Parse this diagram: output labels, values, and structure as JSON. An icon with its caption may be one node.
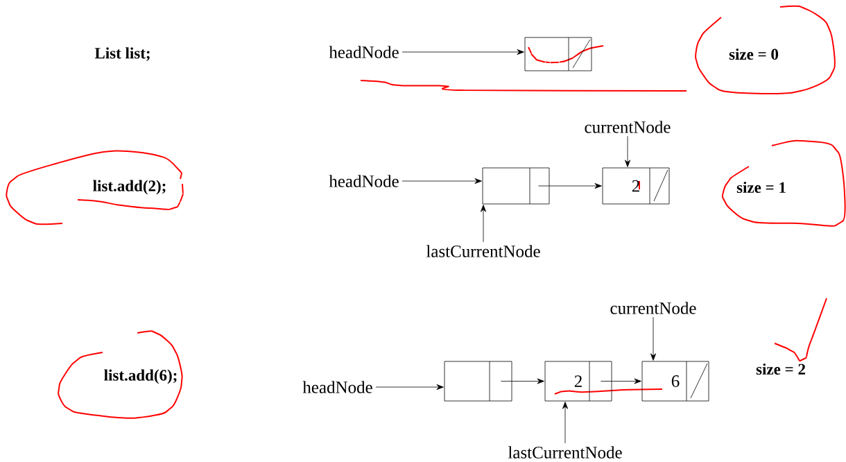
{
  "diagram": {
    "nodes": [
      {
        "text": [
          "headNode"
        ]
      },
      {
        "text": [],
        "shape": "box"
      },
      {
        "text": [
          "headNode"
        ]
      },
      {
        "text": [],
        "shape": "box"
      },
      {
        "text": [
          "2"
        ]
      },
      {
        "text": [
          "currentNode"
        ]
      },
      {
        "text": [
          "lastCurrentNode"
        ]
      },
      {
        "text": [
          "headNode"
        ]
      },
      {
        "text": [],
        "shape": "box"
      },
      {
        "text": [
          "2"
        ]
      },
      {
        "text": [
          "6"
        ]
      },
      {
        "text": [
          "currentNode"
        ]
      },
      {
        "text": [
          "lastCurrentNode"
        ]
      }
    ],
    "edges": [
      {
        "from": 0,
        "to": 1,
        "arrow": "to"
      },
      {
        "from": 2,
        "to": 3,
        "arrow": "to"
      },
      {
        "from": 3,
        "to": 4,
        "arrow": "to"
      },
      {
        "from": 5,
        "to": 4,
        "arrow": "to"
      },
      {
        "from": 6,
        "to": 3,
        "arrow": "to"
      },
      {
        "from": 7,
        "to": 8,
        "arrow": "to"
      },
      {
        "from": 8,
        "to": 9,
        "arrow": "to"
      },
      {
        "from": 9,
        "to": 10,
        "arrow": "to"
      },
      {
        "from": 11,
        "to": 10,
        "arrow": "to"
      },
      {
        "from": 12,
        "to": 9,
        "arrow": "to"
      }
    ],
    "labels": [
      "List   list;",
      "size = 0",
      "list.add(2);",
      "size = 1",
      "list.add(6);",
      "size = 2"
    ]
  }
}
